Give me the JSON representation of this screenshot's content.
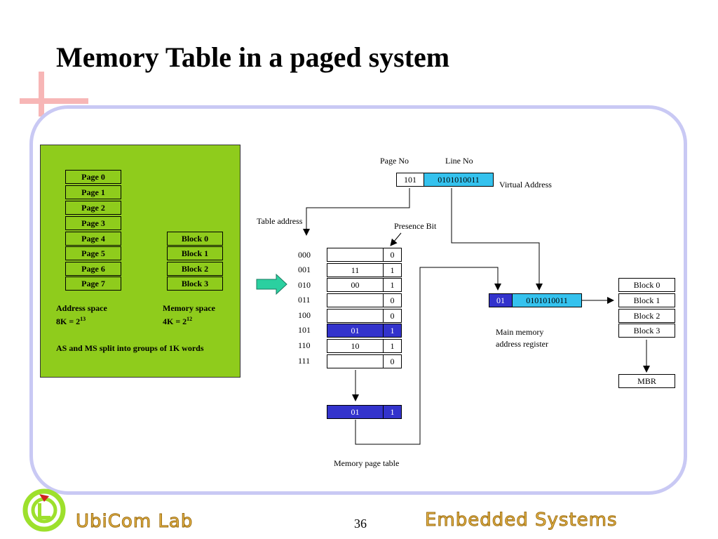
{
  "title": "Memory Table in a paged system",
  "pages": [
    "Page 0",
    "Page 1",
    "Page 2",
    "Page 3",
    "Page 4",
    "Page 5",
    "Page 6",
    "Page 7"
  ],
  "blocks": [
    "Block 0",
    "Block 1",
    "Block 2",
    "Block 3"
  ],
  "address_space": {
    "label": "Address space",
    "value": "8K = 2",
    "exp": "13"
  },
  "memory_space": {
    "label": "Memory space",
    "value": "4K = 2",
    "exp": "12"
  },
  "split_note": "AS and MS split into groups of 1K words",
  "virtual_address": {
    "page_no_label": "Page No",
    "line_no_label": "Line No",
    "page": "101",
    "line": "0101010011",
    "label": "Virtual Address"
  },
  "table_address_label": "Table address",
  "presence_bit_label": "Presence Bit",
  "page_table": [
    {
      "addr": "000",
      "block": "",
      "bit": "0"
    },
    {
      "addr": "001",
      "block": "11",
      "bit": "1"
    },
    {
      "addr": "010",
      "block": "00",
      "bit": "1"
    },
    {
      "addr": "011",
      "block": "",
      "bit": "0"
    },
    {
      "addr": "100",
      "block": "",
      "bit": "0"
    },
    {
      "addr": "101",
      "block": "01",
      "bit": "1",
      "highlight": true
    },
    {
      "addr": "110",
      "block": "10",
      "bit": "1"
    },
    {
      "addr": "111",
      "block": "",
      "bit": "0"
    }
  ],
  "mbr_register": {
    "block": "01",
    "bit": "1"
  },
  "memory_page_table_label": "Memory page table",
  "main_memory": {
    "block": "01",
    "line": "0101010011",
    "label_line1": "Main memory",
    "label_line2": "address register"
  },
  "memory_blocks": [
    "Block 0",
    "Block 1",
    "Block 2",
    "Block 3"
  ],
  "mbr_label": "MBR",
  "footer": {
    "left": "UbiCom Lab",
    "page": "36",
    "right": "Embedded Systems"
  },
  "colors": {
    "panel_border": "#c9c9f4",
    "green": "#8fcc1c",
    "cyan": "#35c2ee",
    "navy": "#3333cc",
    "brand": "#e8b74a"
  }
}
